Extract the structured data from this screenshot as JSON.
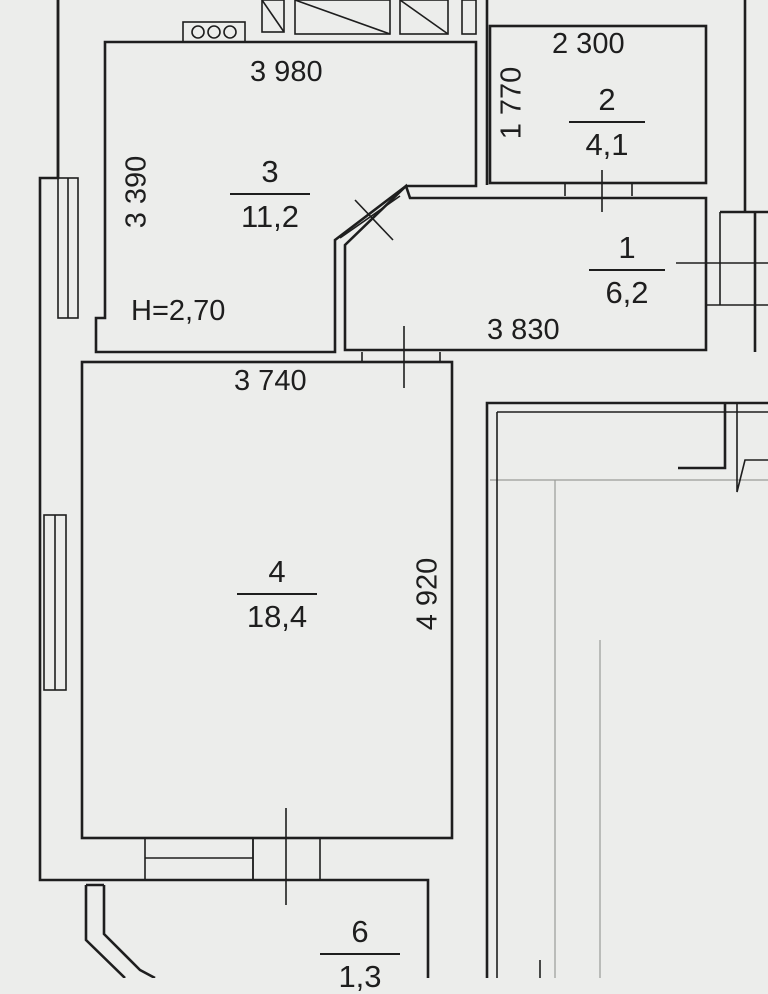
{
  "plan": {
    "ceiling_height": "H=2,70",
    "rooms": [
      {
        "number": "1",
        "area": "6,2"
      },
      {
        "number": "2",
        "area": "4,1"
      },
      {
        "number": "3",
        "area": "11,2"
      },
      {
        "number": "4",
        "area": "18,4"
      },
      {
        "number": "6",
        "area": "1,3"
      }
    ],
    "dimensions": {
      "room3_width": "3 980",
      "room3_height": "3 390",
      "room2_width": "2 300",
      "room2_height": "1 770",
      "room1_width": "3 830",
      "room4_width": "3 740",
      "room4_height": "4 920"
    }
  }
}
